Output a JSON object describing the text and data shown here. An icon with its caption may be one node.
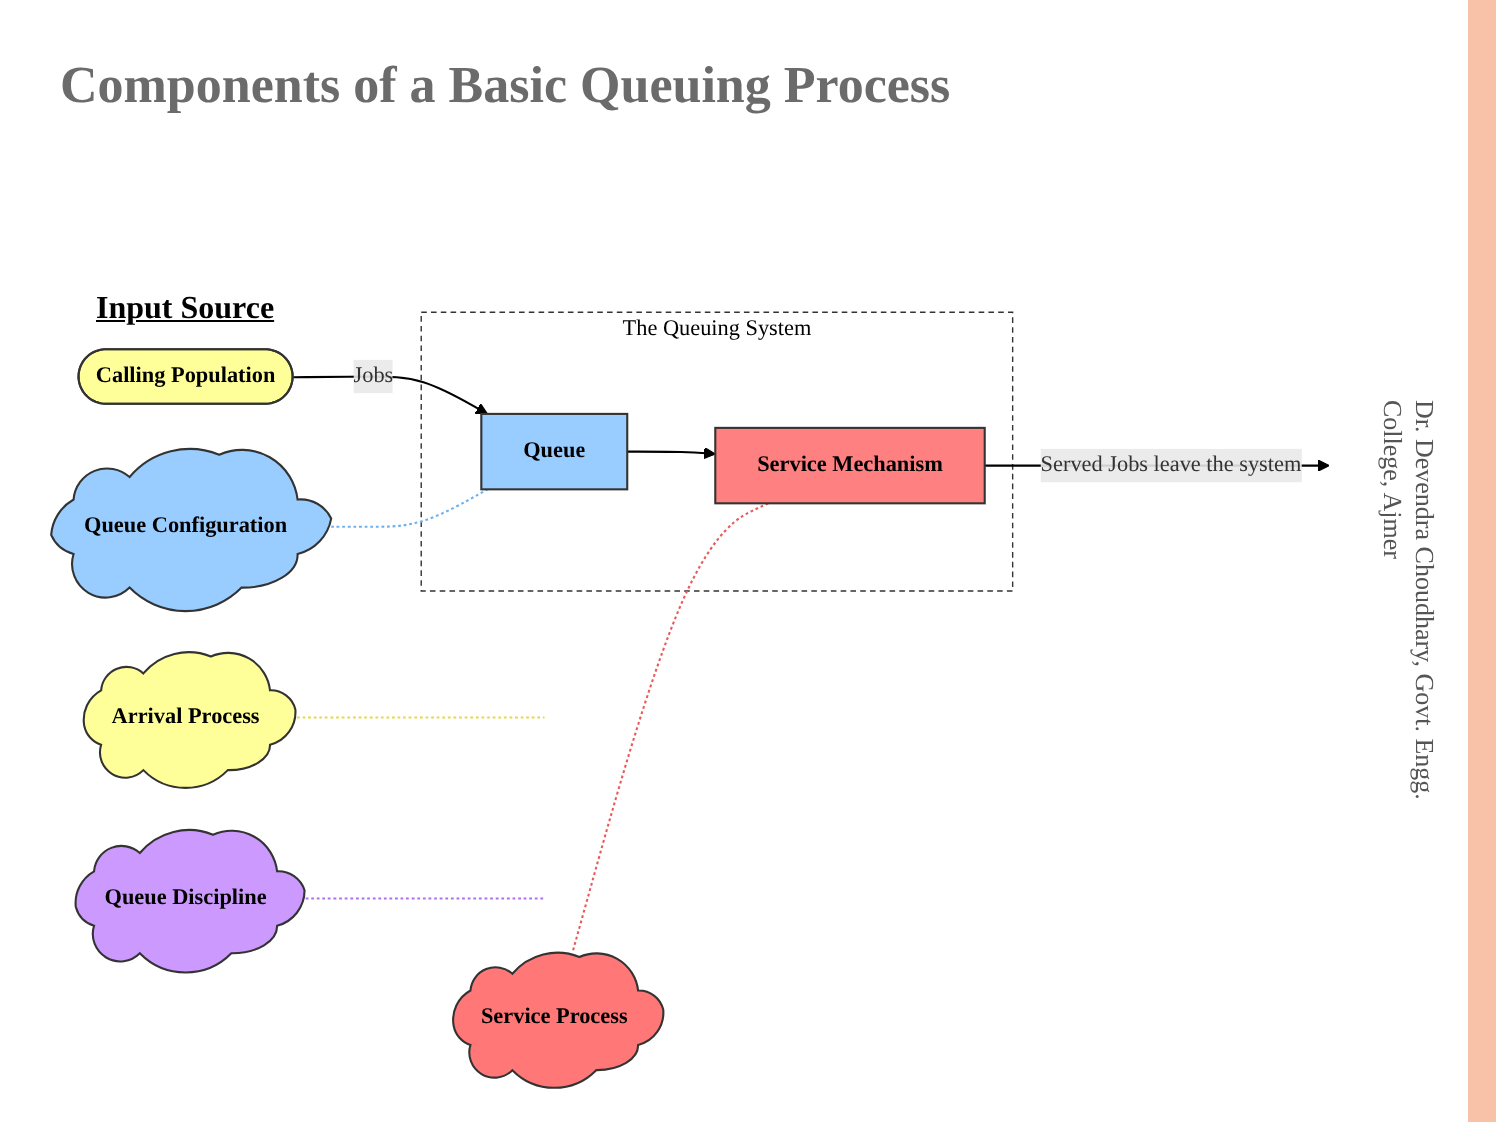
{
  "diagram": {
    "title": "Components of a Basic Queuing Process",
    "nodes": [
      {
        "text": [
          "Calling Population"
        ]
      },
      {
        "text": [
          "The Queuing System"
        ]
      },
      {
        "text": [
          "Queue"
        ],
        "in": 1
      },
      {
        "text": [
          "Service Mechanism"
        ],
        "in": 1
      },
      {
        "text": [
          "Arrival Process"
        ]
      },
      {
        "text": [
          "Queue Configuration"
        ]
      },
      {
        "text": [
          "Queue Discipline"
        ]
      },
      {
        "text": [
          "Service Process"
        ]
      }
    ],
    "edges": [
      {
        "from": 0,
        "to": 2,
        "arrow": "to",
        "label": "Jobs"
      },
      {
        "from": 2,
        "to": 3,
        "arrow": "to"
      },
      {
        "from": 3,
        "to": null,
        "arrow": "to",
        "label": "Served Jobs leave the system"
      },
      {
        "from": 4,
        "to": null,
        "arrow": "none",
        "style": "dashed",
        "color": "#e6d84a"
      },
      {
        "from": 5,
        "to": 2,
        "arrow": "none",
        "style": "dashed",
        "color": "#6fb0ee"
      },
      {
        "from": 6,
        "to": null,
        "arrow": "none",
        "style": "dashed",
        "color": "#b070e8"
      },
      {
        "from": 7,
        "to": 3,
        "arrow": "none",
        "style": "dashed",
        "color": "#e85a5a"
      }
    ],
    "labels": [
      "Input Source",
      "Dr. Devendra Choudhary, Govt. Engg. College, Ajmer"
    ]
  }
}
